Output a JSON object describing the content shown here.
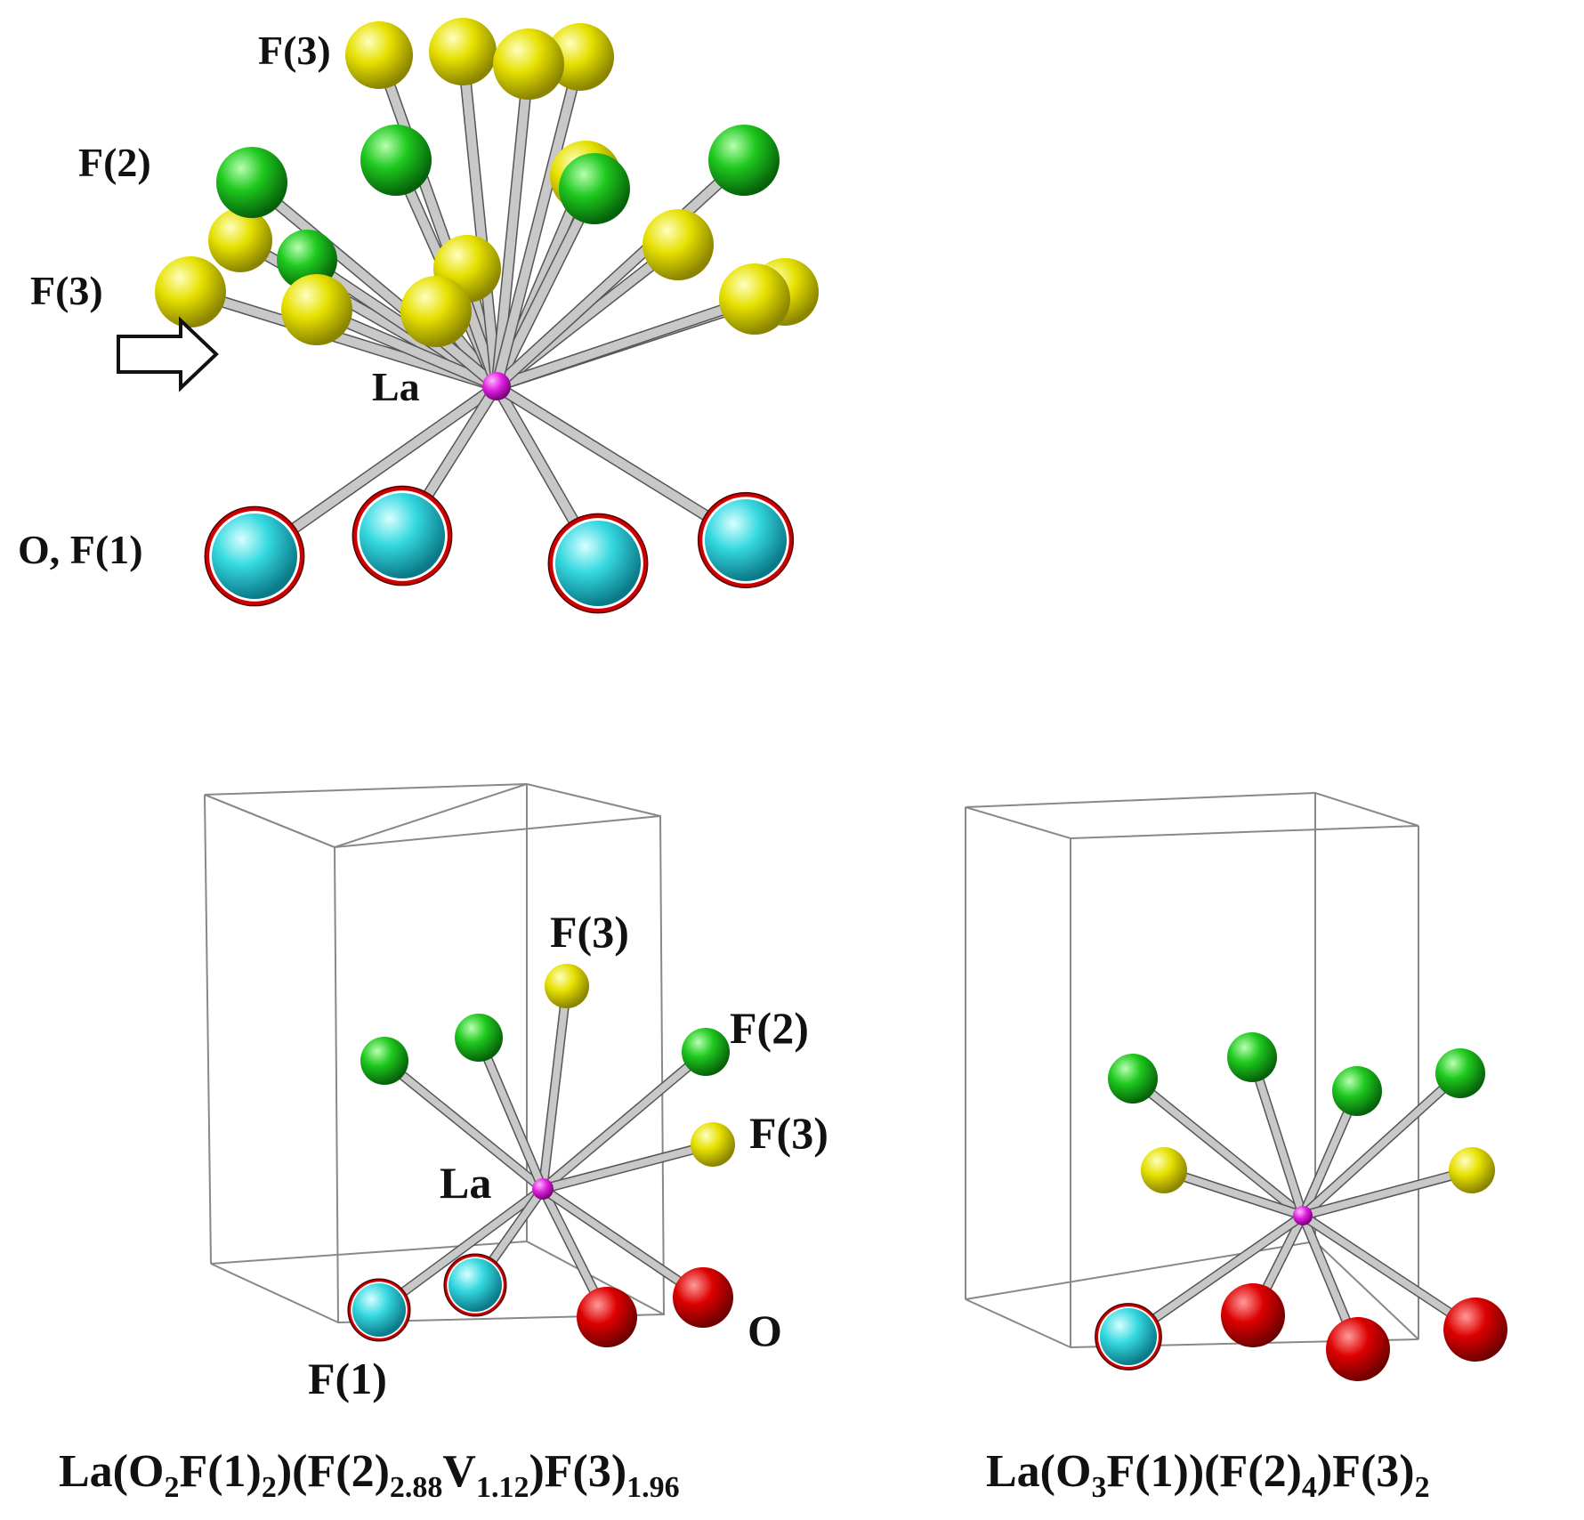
{
  "colors": {
    "F3": "#e6e000",
    "F2": "#1ec81e",
    "F1": "#35d8e0",
    "O": "#dd0000",
    "La": "#e020e0",
    "bond": "#c8c8c8",
    "cell_edge": "#888888",
    "ring": "#cc0000"
  },
  "panel_top": {
    "labels": {
      "f3_top": "F(3)",
      "f2": "F(2)",
      "f3_mid": "F(3)",
      "la": "La",
      "of1": "O, F(1)"
    },
    "arrow_icon": "right-arrow-icon"
  },
  "panel_left": {
    "labels": {
      "f3_top": "F(3)",
      "f2": "F(2)",
      "f3_right": "F(3)",
      "la": "La",
      "o": "O",
      "f1": "F(1)"
    },
    "formula": {
      "p1": "La(O",
      "s1": "2",
      "p2": "F(1)",
      "s2": "2",
      "p3": ")(F(2)",
      "s3": "2.88",
      "p4": "V",
      "s4": "1.12",
      "p5": ")F(3)",
      "s5": "1.96"
    }
  },
  "panel_right": {
    "formula": {
      "p1": "La(O",
      "s1": "3",
      "p2": "F(1))(F(2)",
      "s2": "4",
      "p3": ")F(3)",
      "s3": "2"
    }
  }
}
